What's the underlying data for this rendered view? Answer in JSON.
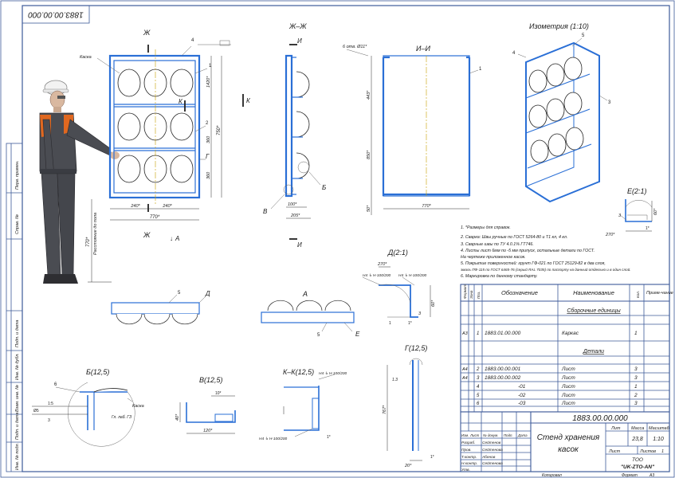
{
  "stamp": {
    "doc_number_top": "1883.00.00.000",
    "doc_number": "1883.00.00.000",
    "title_line1": "Стенд хранения",
    "title_line2": "касок",
    "lit_label": "Лит",
    "mass_label": "Масса",
    "scale_label": "Масштаб",
    "mass_value": "23,8",
    "scale_value": "1:10",
    "sheet_label": "Лист",
    "sheets_label": "Листов",
    "sheets_value": "1",
    "org_line1": "ТОО",
    "org_line2": "\"UK-ZTO-AN\"",
    "copied_label": "Копировал",
    "format_label": "Формат",
    "format_value": "A3",
    "col_headers": [
      "Изм.",
      "Лист",
      "№ докум.",
      "Подп.",
      "Дата"
    ],
    "roles": [
      {
        "role": "Разраб.",
        "name": "Сейтенов"
      },
      {
        "role": "Пров.",
        "name": "Сейтенова"
      },
      {
        "role": "Т.контр.",
        "name": "Абенов"
      },
      {
        "role": "",
        "name": ""
      },
      {
        "role": "Н.контр.",
        "name": "Сейтенова"
      },
      {
        "role": "Утв.",
        "name": ""
      }
    ]
  },
  "side_labels": [
    "Перв. примен.",
    "Справ. №",
    "Подп. и дата",
    "Инв. № дубл.",
    "Взам. инв. №",
    "Подп. и дата",
    "Инв. № подл."
  ],
  "spec": {
    "headers": {
      "format": "Формат",
      "zone": "Зона",
      "pos": "Поз.",
      "designation": "Обозначение",
      "name": "Наименование",
      "qty": "Кол.",
      "note": "Приме-чание"
    },
    "section_assembly": "Сборочные единицы",
    "section_details": "Детали",
    "rows": [
      {
        "fmt": "A3",
        "pos": "1",
        "designation": "1883.01.00.000",
        "name": "Каркас",
        "qty": "1"
      },
      {
        "fmt": "A4",
        "pos": "2",
        "designation": "1883.00.00.001",
        "name": "Лист",
        "qty": "3"
      },
      {
        "fmt": "A4",
        "pos": "3",
        "designation": "1883.00.00.002",
        "name": "Лист",
        "qty": "3"
      },
      {
        "fmt": "",
        "pos": "4",
        "designation": "-01",
        "name": "Лист",
        "qty": "1"
      },
      {
        "fmt": "",
        "pos": "5",
        "designation": "-02",
        "name": "Лист",
        "qty": "2"
      },
      {
        "fmt": "",
        "pos": "6",
        "designation": "-03",
        "name": "Лист",
        "qty": "3"
      }
    ]
  },
  "notes": [
    "1. *Размеры для справок.",
    "2. Сварка: Швы ручные по ГОСТ 5264-80 и Т1 кл, 4 кл.",
    "3. Сварные швы по ТУ 4.0.1% ГТ746.",
    "4. Листы лист 6мм по -5 мм припуск, остальные детали по ГОСТ.",
    "На чертеже приложенное касок.",
    "5. Покрытие поверхностей: грунт ГФ-021 по ГОСТ 25129-82 в два слоя,",
    "эмаль ПФ-115 по ГОСТ 6465-76 (серый RAL 7035) по паспорту на данный отдельно и в один слой.",
    "6. Маркировка по данному стандарту."
  ],
  "views": {
    "zh_top": "Ж",
    "zh_bottom": "Ж",
    "zhzh": "Ж–Ж",
    "ii": "И–И",
    "i_top": "И",
    "i_bottom": "И",
    "iso": "Изометрия (1:10)",
    "e21": "Е(2:1)",
    "d21": "Д(2:1)",
    "b125": "Б(12,5)",
    "v125": "В(12,5)",
    "kk125": "К–К(12,5)",
    "g125": "Г(12,5)",
    "a": "А",
    "a_arrow": "А",
    "k": "К",
    "k_right": "К",
    "g": "Г",
    "v_label": "В",
    "b_label": "Б",
    "d_label": "Д",
    "a_label": "А",
    "e_label": "Е",
    "kaska": "Каска",
    "kaska2": "Каска",
    "kaska_height_label": "Расстояние до пола",
    "leader_tag": "6 отв. Ø11*"
  },
  "dims": {
    "front_w": "770*",
    "front_w1": "240*",
    "front_w2": "240*",
    "front_h": "750*",
    "front_h1": "1420*",
    "front_h2": "360",
    "front_h3": "360",
    "section_w1": "100*",
    "section_w2": "205*",
    "ii_w": "770*",
    "ii_h1": "443*",
    "ii_h2": "850*",
    "ii_h3": "50*",
    "floor": "770*",
    "e_w": "270*",
    "e_h": "60*",
    "d_w": "270*",
    "d_h": "60*",
    "v_w": "120*",
    "v_h": "40*",
    "g_h": "767*",
    "g_w": "20*"
  },
  "positions": [
    "1",
    "2",
    "3",
    "4",
    "5",
    "6"
  ],
  "colors": {
    "frame": "#2a6fd6",
    "line": "#3d5a99",
    "suit": "#4a4c52",
    "accent": "#e06820",
    "helmet": "#f2f2f2"
  }
}
